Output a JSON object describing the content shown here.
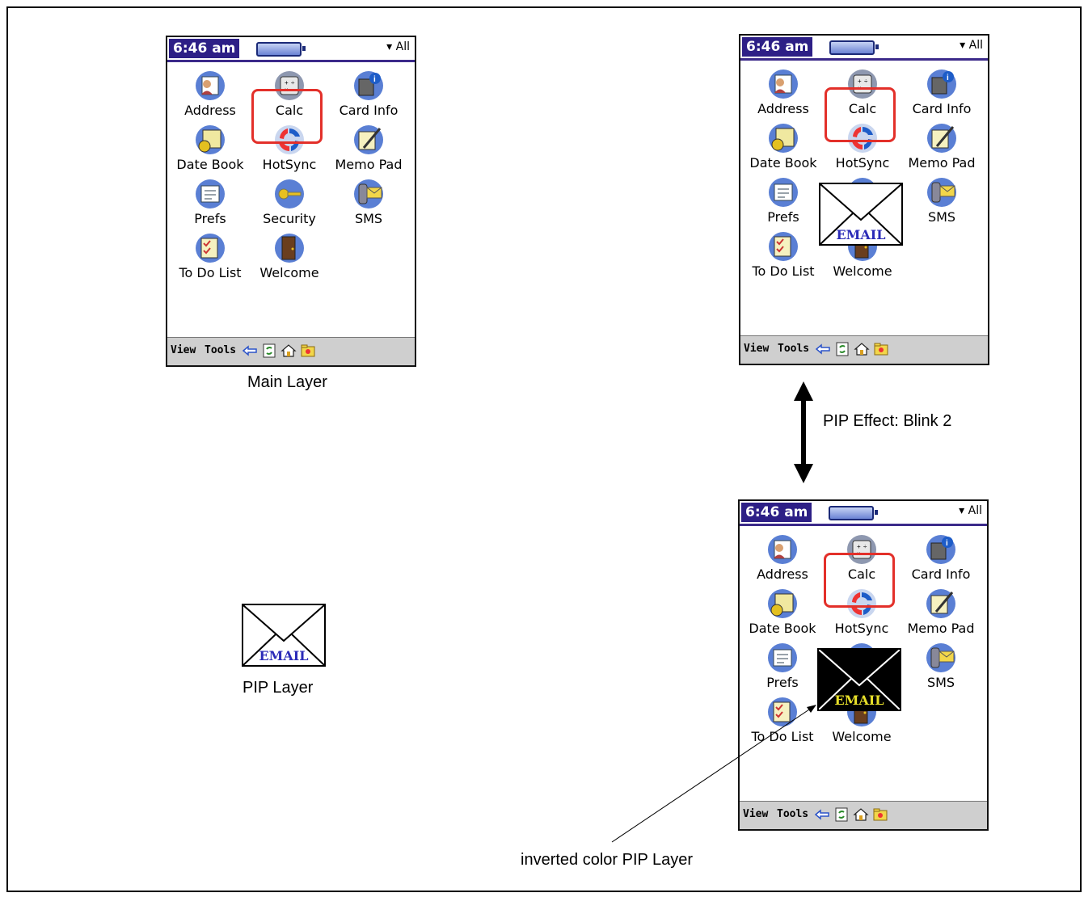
{
  "palm": {
    "time": "6:46 am",
    "category": "▾ All",
    "apps": [
      {
        "label": "Address",
        "icon": "address-icon"
      },
      {
        "label": "Calc",
        "icon": "calc-icon"
      },
      {
        "label": "Card Info",
        "icon": "card-info-icon"
      },
      {
        "label": "Date Book",
        "icon": "date-book-icon"
      },
      {
        "label": "HotSync",
        "icon": "hotsync-icon"
      },
      {
        "label": "Memo Pad",
        "icon": "memo-pad-icon"
      },
      {
        "label": "Prefs",
        "icon": "prefs-icon"
      },
      {
        "label": "Security",
        "icon": "security-icon"
      },
      {
        "label": "SMS",
        "icon": "sms-icon"
      },
      {
        "label": "To Do List",
        "icon": "to-do-list-icon"
      },
      {
        "label": "Welcome",
        "icon": "welcome-icon"
      }
    ],
    "toolbar": {
      "view": "View",
      "tools": "Tools"
    }
  },
  "pip": {
    "email_text": "EMAIL"
  },
  "captions": {
    "main_layer": "Main Layer",
    "pip_layer": "PIP Layer",
    "effect": "PIP Effect: Blink 2",
    "inverted": "inverted color PIP Layer"
  },
  "colors": {
    "title_bar": "#2d1f86",
    "highlight": "#e3302a",
    "toolbar_bg": "#cfcfcf",
    "email_blue": "#2b2bb8",
    "email_yellow": "#e8e02a"
  }
}
